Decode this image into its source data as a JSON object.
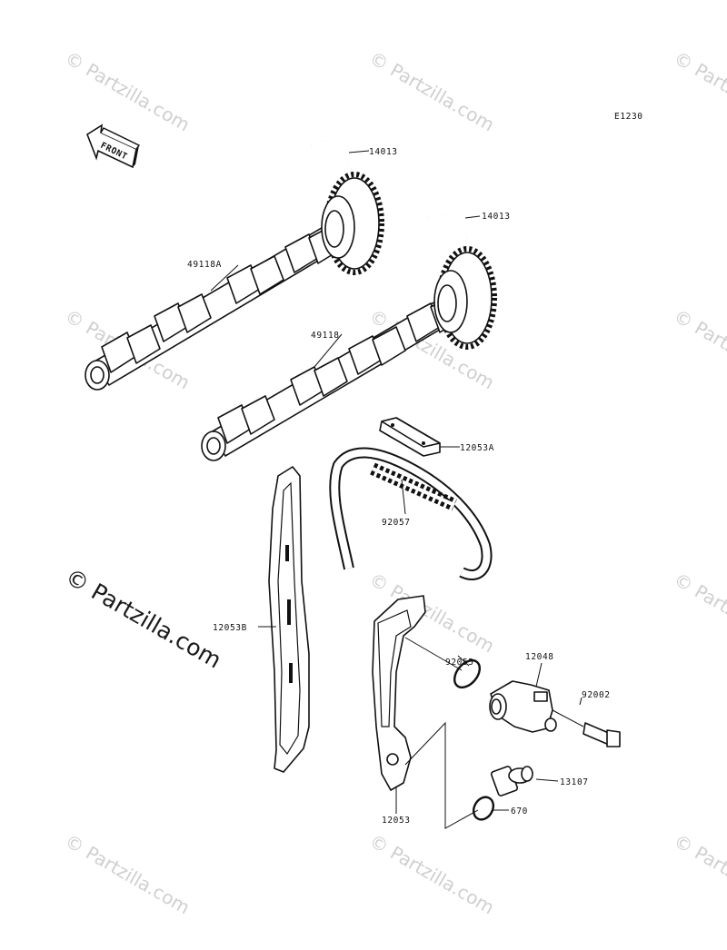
{
  "diagram": {
    "drawing_code": "E1230",
    "front_label": "FRONT",
    "parts": [
      {
        "id": "p-14013-a",
        "number": "14013"
      },
      {
        "id": "p-14013-b",
        "number": "14013"
      },
      {
        "id": "p-49118a",
        "number": "49118A"
      },
      {
        "id": "p-49118",
        "number": "49118"
      },
      {
        "id": "p-12053a",
        "number": "12053A"
      },
      {
        "id": "p-92057",
        "number": "92057"
      },
      {
        "id": "p-12053b",
        "number": "12053B"
      },
      {
        "id": "p-92055",
        "number": "92055"
      },
      {
        "id": "p-12048",
        "number": "12048"
      },
      {
        "id": "p-92002",
        "number": "92002"
      },
      {
        "id": "p-13107",
        "number": "13107"
      },
      {
        "id": "p-12053",
        "number": "12053"
      },
      {
        "id": "p-670",
        "number": "670"
      }
    ]
  },
  "watermark": {
    "faint": "© Partzilla.com",
    "prominent": "© Partzilla.com"
  }
}
